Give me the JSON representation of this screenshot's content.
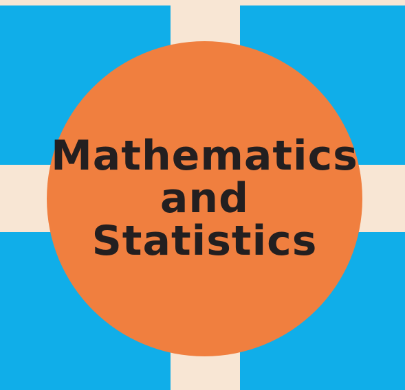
{
  "cover": {
    "title_lines": [
      "Mathematics",
      "and",
      "Statistics"
    ]
  },
  "colors": {
    "background": "#f8e6d4",
    "blue": "#10aee9",
    "orange": "#f07f3f",
    "text": "#231f20"
  }
}
